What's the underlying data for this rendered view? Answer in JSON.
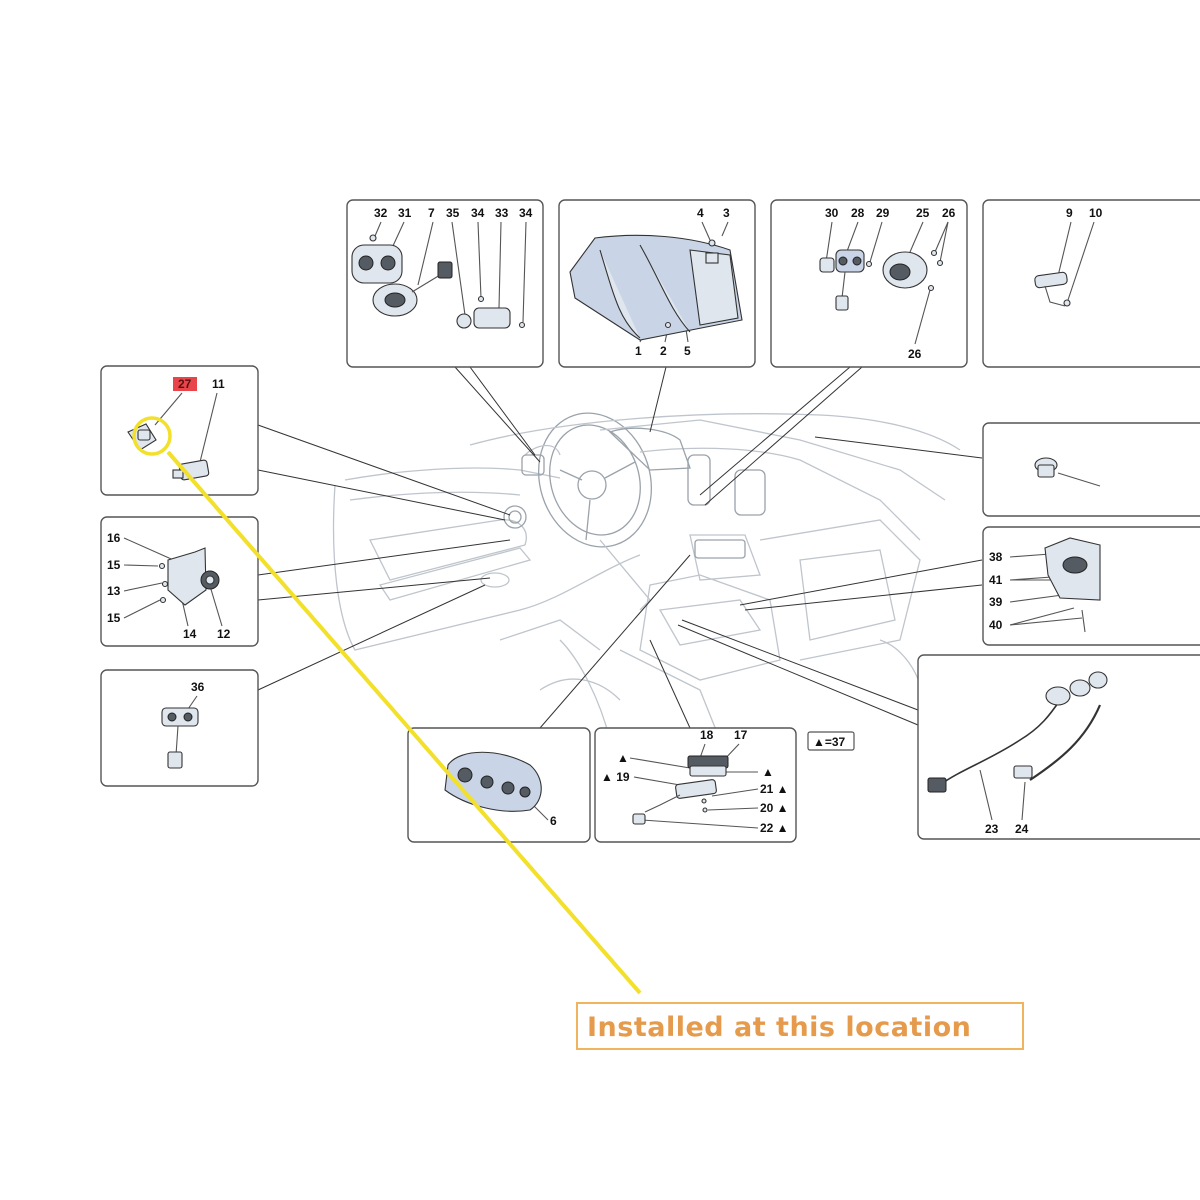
{
  "installation_note": {
    "label": "Installed at this location",
    "highlighted_part": "27",
    "highlight_color": "#f2e02a",
    "label_color": "#e59a4c",
    "badge_color": "#e8444a"
  },
  "legend": {
    "text": "▲=37"
  },
  "panels": {
    "steering_controls": {
      "labels": [
        "32",
        "31",
        "7",
        "35",
        "34",
        "33",
        "34"
      ]
    },
    "instrument_cluster": {
      "labels": [
        "4",
        "3",
        "1",
        "2",
        "5"
      ]
    },
    "column_switch": {
      "labels": [
        "30",
        "28",
        "29",
        "25",
        "26",
        "26"
      ]
    },
    "top_right_part": {
      "labels": [
        "9",
        "10"
      ]
    },
    "badge_panel": {
      "labels": [
        "27",
        "11"
      ]
    },
    "start_button": {
      "labels": [
        "16",
        "15",
        "13",
        "15",
        "14",
        "12"
      ]
    },
    "window_switch": {
      "labels": [
        "36"
      ]
    },
    "dash_sensor": {
      "labels": []
    },
    "pedal_assembly": {
      "labels": [
        "38",
        "41",
        "39",
        "40"
      ]
    },
    "climate_panel": {
      "labels": [
        "6"
      ]
    },
    "console_switches": {
      "labels": [
        "18",
        "17",
        "▲",
        "▲ 19",
        "▲",
        "21 ▲",
        "20 ▲",
        "22 ▲"
      ]
    },
    "harness_panel": {
      "labels": [
        "23",
        "24"
      ]
    }
  }
}
